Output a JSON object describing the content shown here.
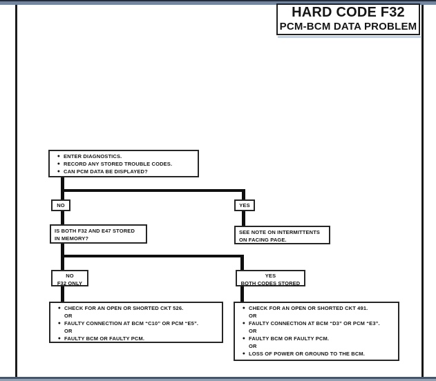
{
  "header": {
    "title_line1": "HARD CODE F32",
    "title_line2": "PCM-BCM DATA PROBLEM"
  },
  "glyphs": {
    "bullet": "●"
  },
  "flow": {
    "start": {
      "items": [
        "ENTER DIAGNOSTICS.",
        "RECORD ANY STORED TROUBLE CODES.",
        "CAN PCM DATA BE DISPLAYED?"
      ]
    },
    "branch1": {
      "no_label": "NO",
      "yes_label": "YES"
    },
    "memory_question": {
      "line1": "IS BOTH F32 AND E47 STORED",
      "line2": "IN MEMORY?"
    },
    "see_note": {
      "line1": "SEE NOTE ON INTERMITTENTS",
      "line2": "ON FACING PAGE."
    },
    "branch2": {
      "no": {
        "line1": "NO",
        "line2": "F32 ONLY"
      },
      "yes": {
        "line1": "YES",
        "line2": "BOTH CODES STORED"
      }
    },
    "left_actions": [
      {
        "bullet": true,
        "text": "CHECK FOR AN OPEN OR SHORTED CKT 526."
      },
      {
        "bullet": false,
        "text": "OR"
      },
      {
        "bullet": true,
        "text": "FAULTY CONNECTION AT BCM “C10” OR PCM “E5”."
      },
      {
        "bullet": false,
        "text": "OR"
      },
      {
        "bullet": true,
        "text": "FAULTY BCM OR FAULTY PCM."
      }
    ],
    "right_actions": [
      {
        "bullet": true,
        "text": "CHECK FOR AN OPEN OR SHORTED CKT 491."
      },
      {
        "bullet": false,
        "text": "OR"
      },
      {
        "bullet": true,
        "text": "FAULTY CONNECTION AT BCM “D3” OR PCM “E3”."
      },
      {
        "bullet": false,
        "text": "OR"
      },
      {
        "bullet": true,
        "text": "FAULTY BCM OR FAULTY PCM."
      },
      {
        "bullet": false,
        "text": "OR"
      },
      {
        "bullet": true,
        "text": "LOSS OF POWER OR GROUND TO THE BCM."
      }
    ]
  }
}
